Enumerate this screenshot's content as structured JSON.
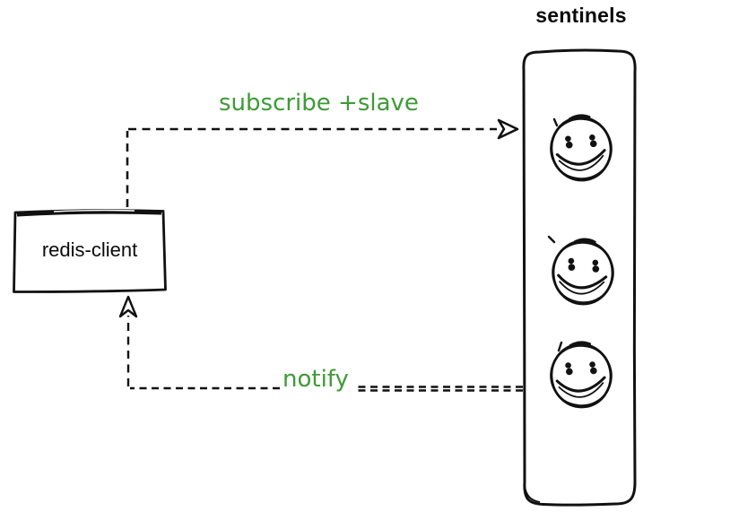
{
  "diagram": {
    "title": "sentinels",
    "client_box": {
      "label": "redis-client"
    },
    "edges": [
      {
        "id": "subscribe",
        "label": "subscribe +slave",
        "from": "redis-client",
        "to": "sentinels",
        "style": "dashed"
      },
      {
        "id": "notify",
        "label": "notify",
        "from": "sentinels",
        "to": "redis-client",
        "style": "dashed"
      }
    ],
    "sentinels": {
      "count": 3,
      "icon": "smiley-face-icon"
    },
    "colors": {
      "label_green": "#3d9b35",
      "stroke": "#111111",
      "background": "#ffffff"
    }
  }
}
